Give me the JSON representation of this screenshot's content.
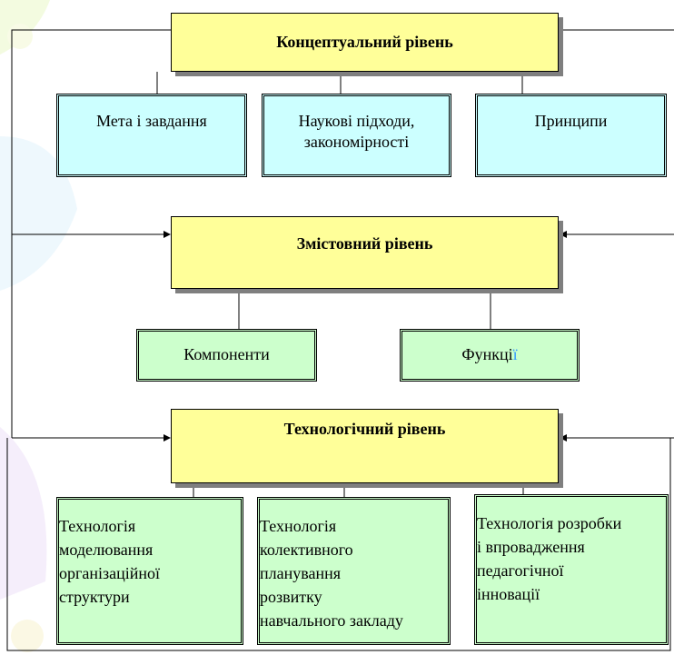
{
  "levels": {
    "conceptual": "Концептуальний  рівень",
    "content": "Змістовний  рівень",
    "technological": "Технологічний рівень"
  },
  "conceptual_items": {
    "goal": "Мета і завдання",
    "approaches": [
      "Наукові підходи,",
      "закономірності"
    ],
    "principles": "Принципи"
  },
  "content_items": {
    "components": "Компоненти",
    "functions_stem": "Функці",
    "functions_end": "ї"
  },
  "technology_items": {
    "modeling": [
      "Технологія",
      "моделювання",
      "організаційної",
      "структури"
    ],
    "planning": [
      "Технологія",
      "колективного",
      "планування",
      "розвитку",
      "навчального закладу"
    ],
    "innovation": [
      "Технологія розробки",
      "і впровадження",
      "педагогічної",
      "інновації"
    ]
  },
  "colors": {
    "level_fill": "#ffff99",
    "concept_fill": "#ccffff",
    "content_fill": "#ccffcc",
    "shadow": "#7f7f7f",
    "accent": "#3399ff"
  },
  "icons": {
    "arrow": "arrow-right-icon"
  }
}
